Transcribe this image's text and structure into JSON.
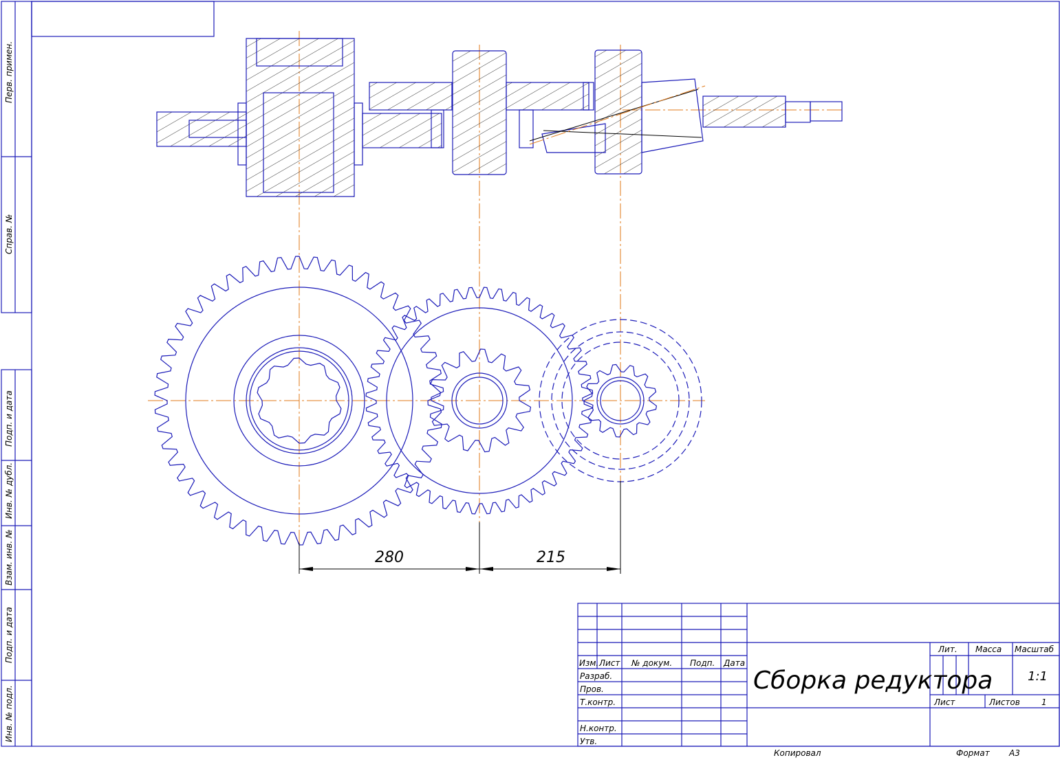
{
  "drawing": {
    "title": "Сборка редуктора",
    "scale": "1:1",
    "sheets_total": "1",
    "format_label": "Формат",
    "format_value": "A3",
    "copied_label": "Копировал"
  },
  "title_block": {
    "col_headers": [
      "Изм.",
      "Лист",
      "№ докум.",
      "Подп.",
      "Дата"
    ],
    "roles": [
      "Разраб.",
      "Пров.",
      "Т.контр.",
      "",
      "Н.контр.",
      "Утв."
    ],
    "lit_label": "Лит.",
    "mass_label": "Масса",
    "scale_label": "Масштаб",
    "sheet_label": "Лист",
    "sheets_label": "Листов"
  },
  "side_strip": [
    "Перв. примен.",
    "Справ. №",
    "Подп. и дата",
    "Инв. № дубл.",
    "Взам. инв. №",
    "Подп. и дата",
    "Инв. № подл."
  ],
  "dimensions": [
    "280",
    "215"
  ],
  "colors": {
    "line": "#1a1ab8",
    "axis": "#e07a1a"
  }
}
